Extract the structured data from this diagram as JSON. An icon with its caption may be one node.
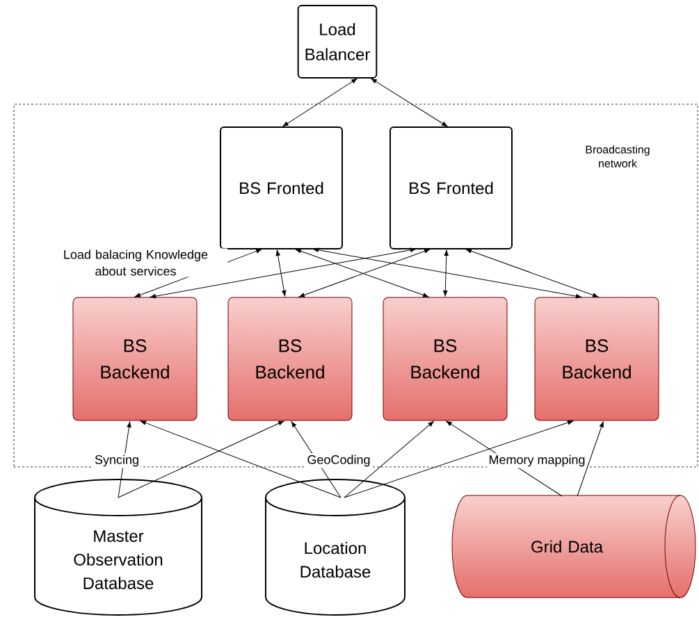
{
  "diagram": {
    "nodes": [
      {
        "text": [
          "Broadcasting network"
        ]
      },
      {
        "text": [
          "Load Balancer"
        ]
      },
      {
        "text": [
          "BS Fronted"
        ],
        "in": 0
      },
      {
        "text": [
          "BS Fronted"
        ],
        "in": 0
      },
      {
        "text": [
          "BS Backend"
        ],
        "in": 0
      },
      {
        "text": [
          "BS Backend"
        ],
        "in": 0
      },
      {
        "text": [
          "BS Backend"
        ],
        "in": 0
      },
      {
        "text": [
          "BS Backend"
        ],
        "in": 0
      },
      {
        "text": [
          "Master Observation Database"
        ]
      },
      {
        "text": [
          "Location Database"
        ]
      },
      {
        "text": [
          "Grid Data"
        ]
      }
    ],
    "edges": [
      {
        "from": 1,
        "to": 2,
        "arrow": "both"
      },
      {
        "from": 1,
        "to": 3,
        "arrow": "both"
      },
      {
        "from": 2,
        "to": 4,
        "arrow": "both",
        "label": "Load balacing Knowledge about services"
      },
      {
        "from": 2,
        "to": 5,
        "arrow": "both"
      },
      {
        "from": 2,
        "to": 6,
        "arrow": "both"
      },
      {
        "from": 2,
        "to": 7,
        "arrow": "both"
      },
      {
        "from": 3,
        "to": 4,
        "arrow": "both"
      },
      {
        "from": 3,
        "to": 5,
        "arrow": "both"
      },
      {
        "from": 3,
        "to": 6,
        "arrow": "both"
      },
      {
        "from": 3,
        "to": 7,
        "arrow": "both"
      },
      {
        "from": 8,
        "to": 4,
        "arrow": "to",
        "label": "Syncing"
      },
      {
        "from": 8,
        "to": 5,
        "arrow": "to"
      },
      {
        "from": 9,
        "to": 4,
        "arrow": "to"
      },
      {
        "from": 9,
        "to": 5,
        "arrow": "to",
        "label": "GeoCoding"
      },
      {
        "from": 9,
        "to": 6,
        "arrow": "to"
      },
      {
        "from": 9,
        "to": 7,
        "arrow": "to"
      },
      {
        "from": 10,
        "to": 6,
        "arrow": "to",
        "label": "Memory mapping"
      },
      {
        "from": 10,
        "to": 7,
        "arrow": "to"
      }
    ]
  }
}
